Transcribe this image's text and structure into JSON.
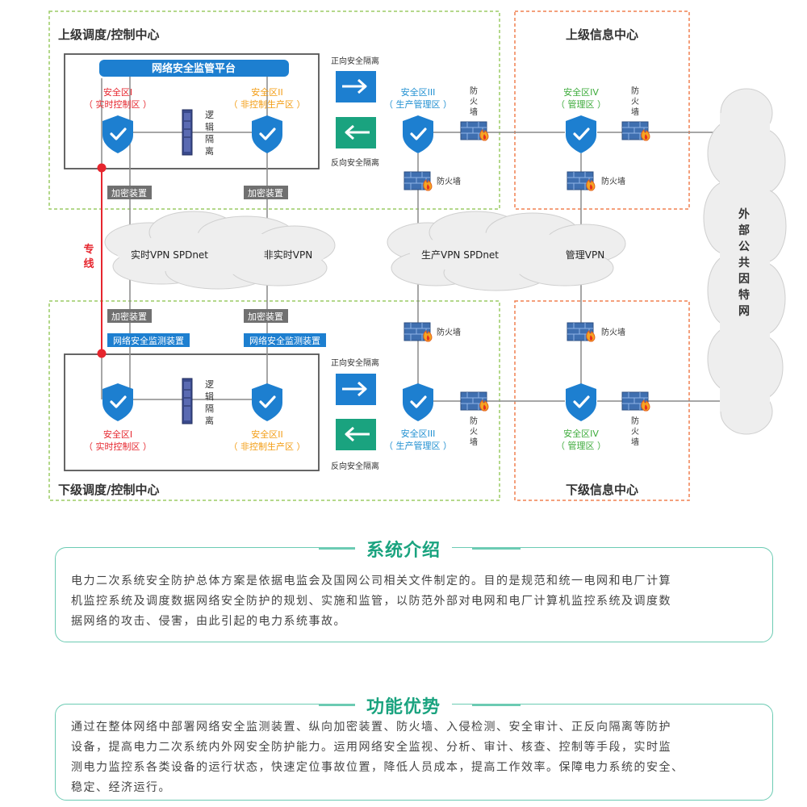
{
  "upper_dispatch": {
    "title": "上级调度/控制中心",
    "platform": "网络安全监管平台",
    "zone1": {
      "line1": "安全区I",
      "line2": "（ 实时控制区 ）"
    },
    "zone2": {
      "line1": "安全区II",
      "line2": "（ 非控制生产区 ）"
    },
    "logic_isolation": [
      "逻",
      "辑",
      "隔",
      "离"
    ],
    "forward_isolation": "正向安全隔离",
    "reverse_isolation": "反向安全隔离",
    "zone3": {
      "line1": "安全区III",
      "line2": "（ 生产管理区 ）"
    },
    "firewall_vertical": [
      "防",
      "火",
      "墙"
    ],
    "firewall_below": "防火墙",
    "encrypt_left": "加密装置",
    "encrypt_right": "加密装置"
  },
  "upper_info": {
    "title": "上级信息中心",
    "zone4": {
      "line1": "安全区IV",
      "line2": "（ 管理区 ）"
    },
    "firewall_vertical": [
      "防",
      "火",
      "墙"
    ],
    "firewall_below": "防火墙"
  },
  "clouds": {
    "realtime_vpn": "实时VPN SPDnet",
    "nonrealtime_vpn": "非实时VPN",
    "production_vpn": "生产VPN SPDnet",
    "management_vpn": "管理VPN",
    "external": [
      "外",
      "部",
      "公",
      "共",
      "因",
      "特",
      "网"
    ]
  },
  "dedicated_line": [
    "专",
    "线"
  ],
  "lower_dispatch": {
    "title": "下级调度/控制中心",
    "encrypt_left": "加密装置",
    "encrypt_right": "加密装置",
    "monitor_left": "网络安全监测装置",
    "monitor_right": "网络安全监测装置",
    "zone1": {
      "line1": "安全区I",
      "line2": "（ 实时控制区 ）"
    },
    "zone2": {
      "line1": "安全区II",
      "line2": "（ 非控制生产区 ）"
    },
    "logic_isolation": [
      "逻",
      "辑",
      "隔",
      "离"
    ],
    "forward_isolation": "正向安全隔离",
    "reverse_isolation": "反向安全隔离",
    "zone3": {
      "line1": "安全区III",
      "line2": "（ 生产管理区 ）"
    },
    "firewall_above": "防火墙",
    "firewall_vertical": [
      "防",
      "火",
      "墙"
    ]
  },
  "lower_info": {
    "title": "下级信息中心",
    "zone4": {
      "line1": "安全区IV",
      "line2": "（ 管理区 ）"
    },
    "firewall_above": "防火墙",
    "firewall_vertical": [
      "防",
      "火",
      "墙"
    ]
  },
  "intro": {
    "title": "系统介绍",
    "lines": [
      "电力二次系统安全防护总体方案是依据电监会及国网公司相关文件制定的。目的是规范和统一电网和电厂计算",
      "机监控系统及调度数据网络安全防护的规划、实施和监管，以防范外部对电网和电厂计算机监控系统及调度数",
      "据网络的攻击、侵害，由此引起的电力系统事故。"
    ]
  },
  "advantage": {
    "title": "功能优势",
    "lines": [
      "通过在整体网络中部署网络安全监测装置、纵向加密装置、防火墙、入侵检测、安全审计、正反向隔离等防护",
      "设备，提高电力二次系统内外网安全防护能力。运用网络安全监视、分析、审计、核查、控制等手段，实时监",
      "测电力监控系各类设备的运行状态，快速定位事故位置，降低人员成本，提高工作效率。保障电力系统的安全、",
      "稳定、经济运行。"
    ]
  },
  "colors": {
    "zone1": "#e6262e",
    "zone2": "#f39c12",
    "zone3": "#1f8fd1",
    "zone4": "#3dab3b",
    "shield": "#1d7fd0",
    "green_frame": "#9ccc65",
    "orange_frame": "#f08050",
    "accent": "#1aa37f"
  }
}
